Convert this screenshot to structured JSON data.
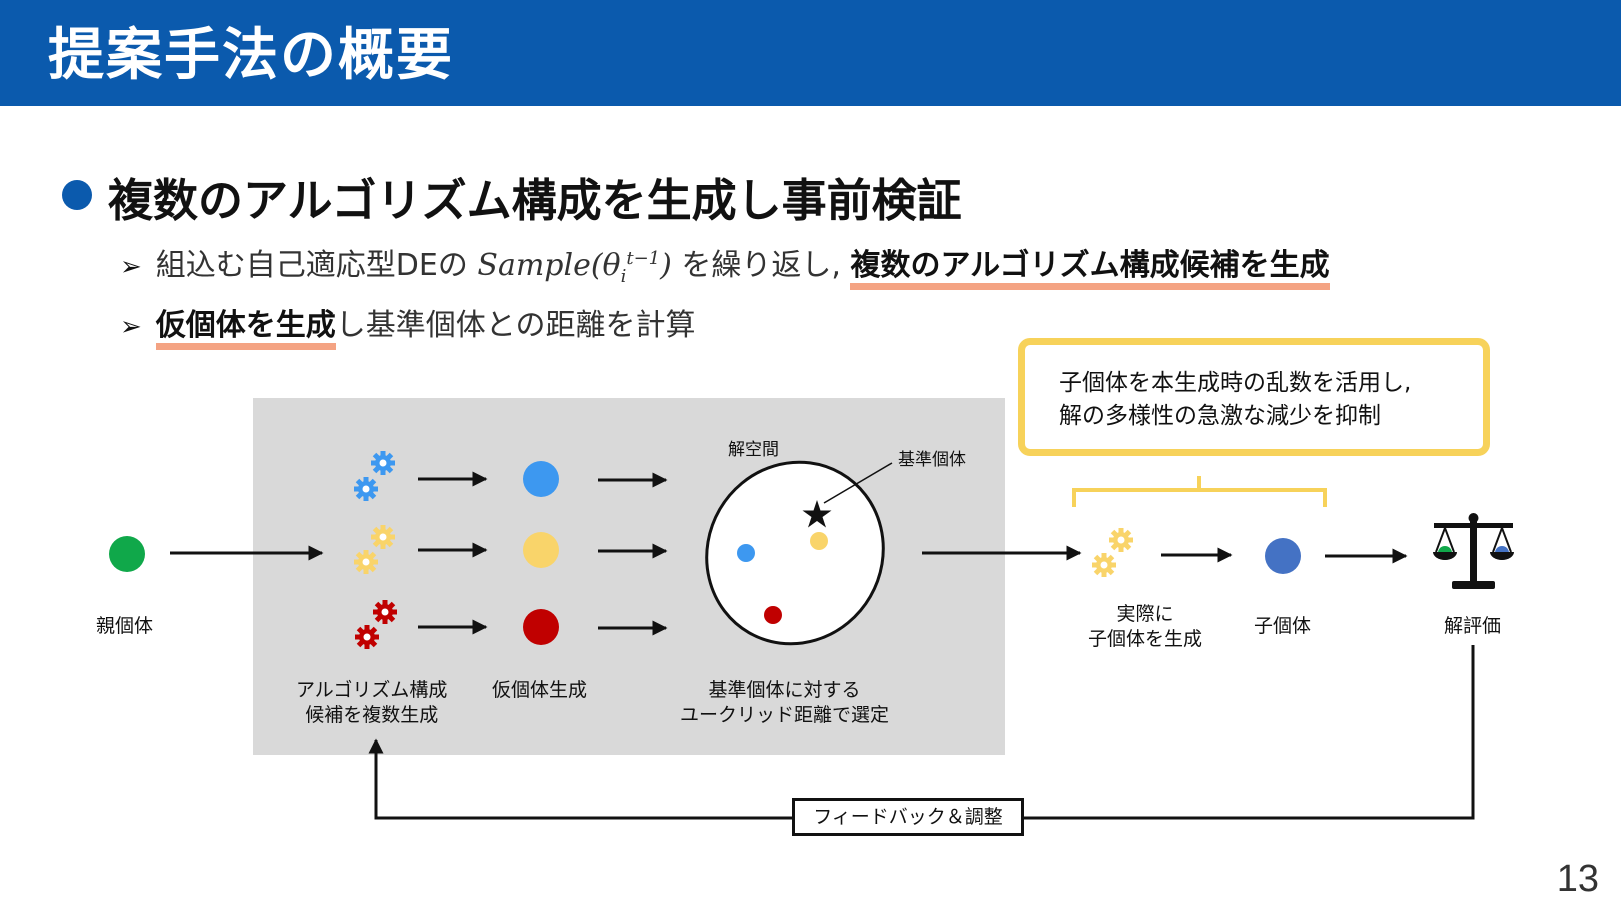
{
  "header": {
    "title": "提案手法の概要"
  },
  "bullet": {
    "main": "複数のアルゴリズム構成を生成し事前検証"
  },
  "sub1": {
    "prefix": "組込む自己適応型DEの ",
    "math_base": "Sample(θ",
    "math_sub": "i",
    "math_sup": "t−1",
    "math_close": ")",
    "middle": " を繰り返し, ",
    "highlight": "複数のアルゴリズム構成候補を生成"
  },
  "sub2": {
    "highlight": "仮個体を生成",
    "rest": "し基準個体との距離を計算"
  },
  "callout": {
    "line1": "子個体を本生成時の乱数を活用し,",
    "line2": "解の多様性の急激な減少を抑制"
  },
  "labels": {
    "parent": "親個体",
    "candidates_l1": "アルゴリズム構成",
    "candidates_l2": "候補を複数生成",
    "temp": "仮個体生成",
    "select_l1": "基準個体に対する",
    "select_l2": "ユークリッド距離で選定",
    "solution_space": "解空間",
    "reference": "基準個体",
    "actual_l1": "実際に",
    "actual_l2": "子個体を生成",
    "child": "子個体",
    "evaluate": "解評価",
    "feedback": "フィードバック＆調整"
  },
  "colors": {
    "header": "#0b5aad",
    "blue": "#3d98f0",
    "yellow": "#f9d46a",
    "red": "#c00000",
    "green": "#10a84a",
    "child_blue": "#4472c4",
    "highlight": "#f4a383",
    "callout_border": "#f7d25a",
    "panel": "#d9d9d9"
  },
  "icons": [
    "gear-icon",
    "star-icon",
    "balance-scale-icon"
  ],
  "page_number": "13"
}
